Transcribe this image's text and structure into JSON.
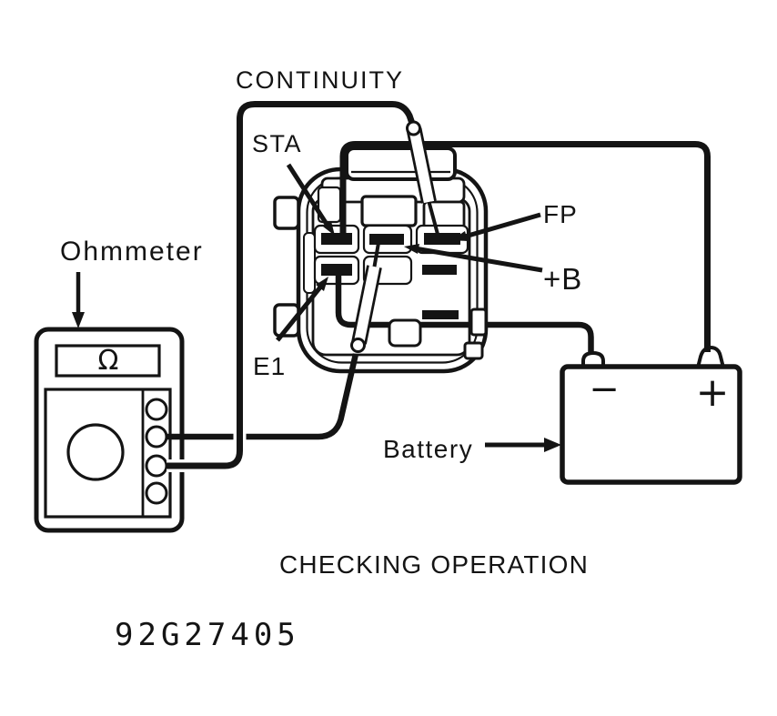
{
  "figure": {
    "title_label": "CONTINUITY",
    "caption": "CHECKING OPERATION",
    "code": "92G27405",
    "ink_color": "#141414",
    "background_color": "#ffffff",
    "ohmmeter": {
      "label": "Ohmmeter",
      "display_symbol": "Ω"
    },
    "battery": {
      "label": "Battery",
      "negative_sign": "−",
      "positive_sign": "+"
    },
    "connector_terminals": {
      "sta": "STA",
      "fp": "FP",
      "plus_b": "+B",
      "e1": "E1"
    }
  }
}
